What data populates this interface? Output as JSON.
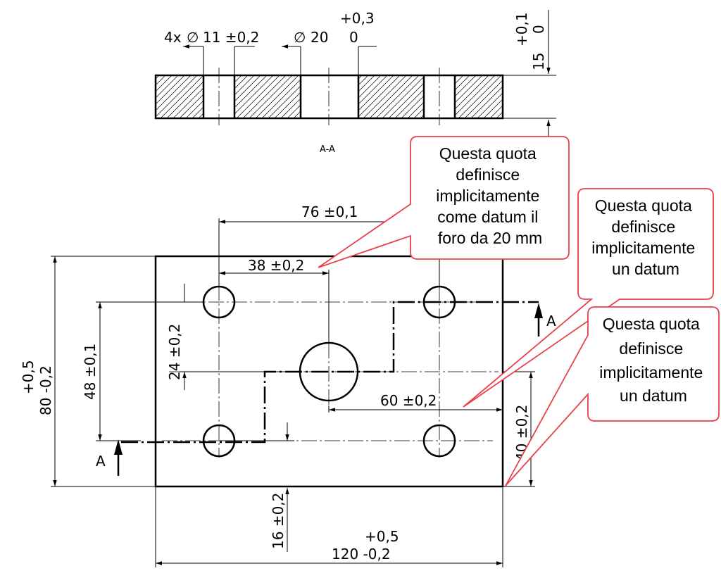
{
  "section": {
    "label": "A-A",
    "dims": {
      "holes_prefix": "4x",
      "diam_symbol": "∅",
      "holes_value": "11 ±0,2",
      "center_value": "20",
      "center_tol_upper": "+0,3",
      "center_tol_lower": "0",
      "thickness_value": "15",
      "thickness_tol_upper": "+0,1",
      "thickness_tol_lower": "0"
    }
  },
  "plan": {
    "dims": {
      "d76": "76 ±0,1",
      "d38": "38 ±0,2",
      "d24": "24 ±0,2",
      "d48": "48 ±0,1",
      "height_tol_upper": "+0,5",
      "height_value": "80 -0,2",
      "d60": "60 ±0,2",
      "d40": "40 ±0,2",
      "d16": "16 ±0,2",
      "width_tol_upper": "+0,5",
      "width_value": "120 -0,2"
    },
    "section_marks": {
      "left": "A",
      "right": "A"
    }
  },
  "callouts": [
    {
      "lines": [
        "Questa quota",
        "definisce",
        "implicitamente",
        "come datum il",
        "foro da 20 mm"
      ]
    },
    {
      "lines": [
        "Questa quota",
        "definisce",
        "implicitamente",
        "un datum"
      ]
    },
    {
      "lines": [
        "Questa quota",
        "definisce",
        "implicitamente",
        "un datum"
      ]
    }
  ],
  "colors": {
    "callout_border": "#e8424b",
    "line": "#000000"
  }
}
